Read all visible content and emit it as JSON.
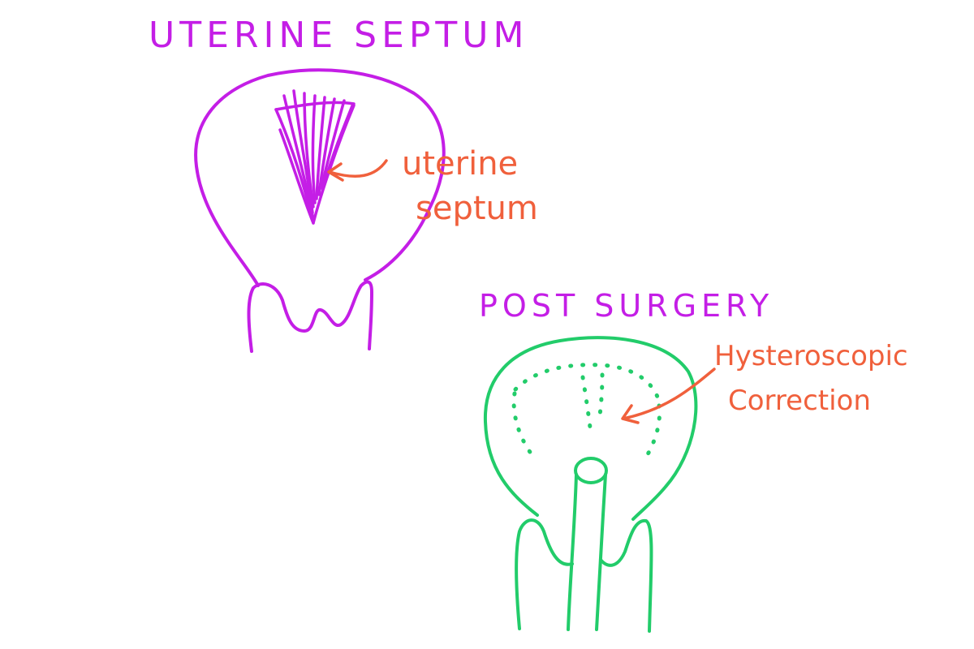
{
  "colors": {
    "before": "#c41ee6",
    "after": "#22cc6a",
    "annotation": "#f0603c"
  },
  "before": {
    "title": "UTERINE SEPTUM",
    "label_line1": "uterine",
    "label_line2": "septum"
  },
  "after": {
    "title": "POST SURGERY",
    "label_line1": "Hysteroscopic",
    "label_line2": "Correction"
  }
}
